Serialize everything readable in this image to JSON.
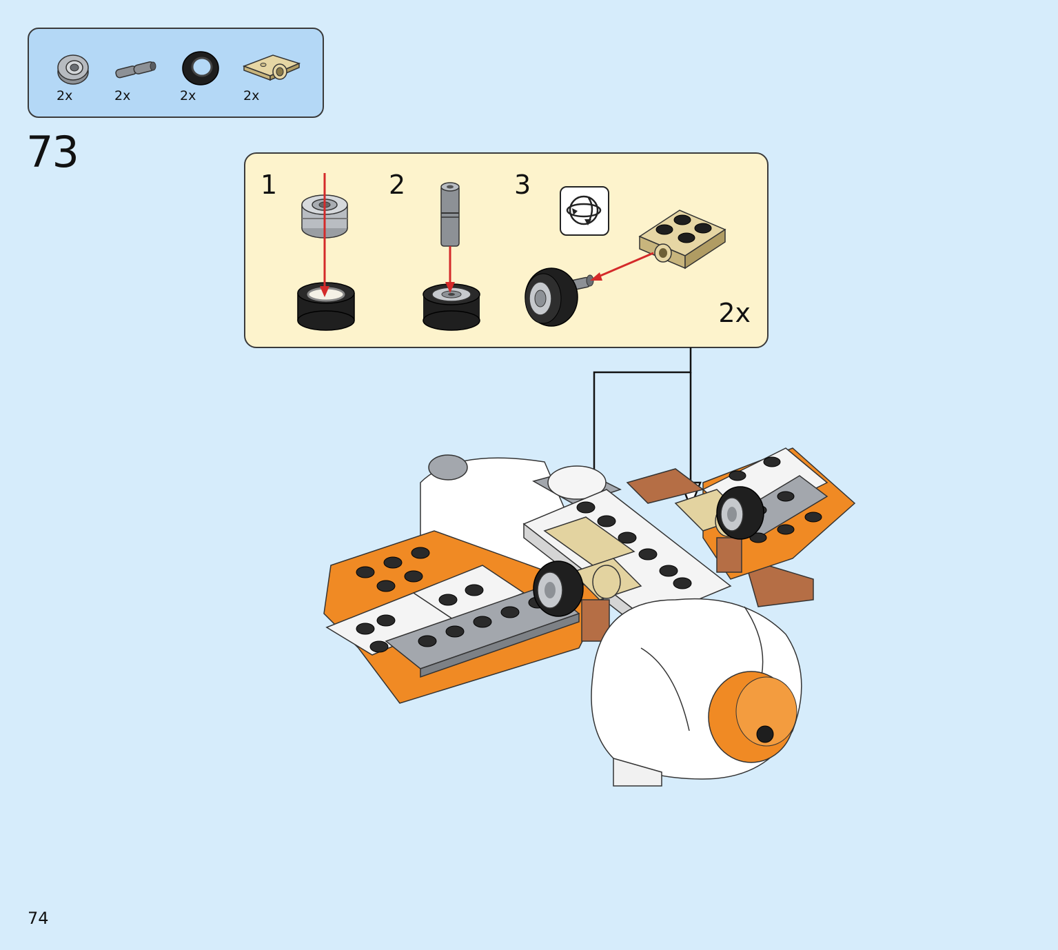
{
  "parts_list": [
    {
      "name": "bearing-element",
      "qty": "2x"
    },
    {
      "name": "axle-pin",
      "qty": "2x"
    },
    {
      "name": "tire",
      "qty": "2x"
    },
    {
      "name": "plate-with-pin-hole",
      "qty": "2x"
    }
  ],
  "step": {
    "number": "73"
  },
  "sub_steps": [
    {
      "number": "1"
    },
    {
      "number": "2"
    },
    {
      "number": "3"
    }
  ],
  "sub_assembly": {
    "multiplier": "2x",
    "rotate_icon": "rotate-icon"
  },
  "page": {
    "number": "74"
  },
  "colors": {
    "background": "#d6ecfb",
    "parts_box": "#b4d8f6",
    "sub_box": "#fdf3cc",
    "arrow": "#d42a2a",
    "orange": "#f08a24",
    "tan": "#e3d3a0",
    "brown": "#b56e45",
    "gray": "#a3a7ad"
  }
}
